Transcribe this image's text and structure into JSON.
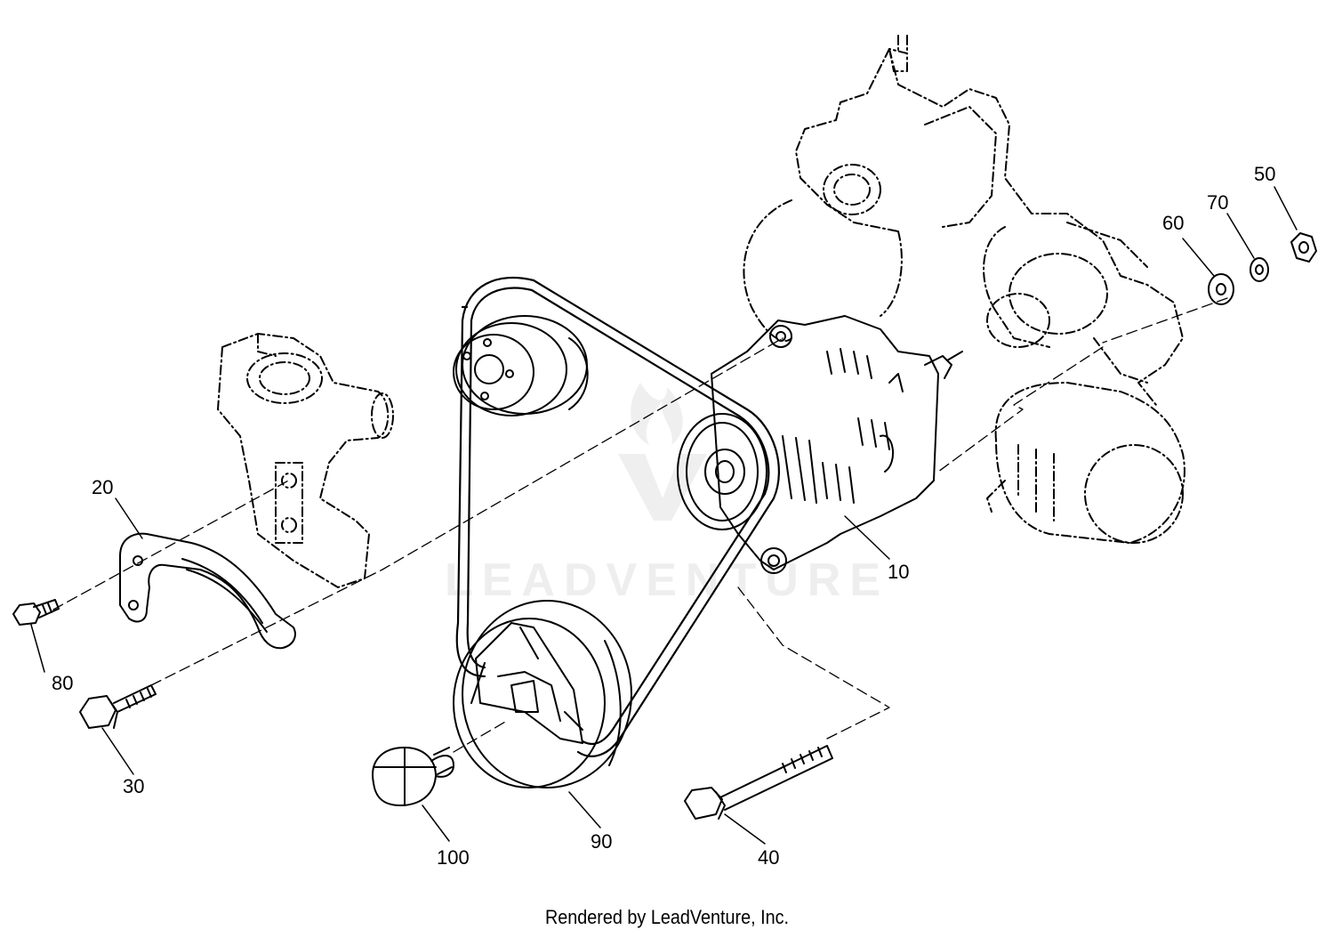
{
  "watermark": {
    "text": "LEADVENTURE"
  },
  "footer": {
    "text": "Rendered by LeadVenture, Inc."
  },
  "callouts": {
    "part_10": "10",
    "part_20": "20",
    "part_30": "30",
    "part_40": "40",
    "part_50": "50",
    "part_60": "60",
    "part_70": "70",
    "part_80": "80",
    "part_90": "90",
    "part_100": "100"
  },
  "colors": {
    "line": "#000000",
    "background": "#ffffff",
    "watermark": "#eeeeee"
  }
}
